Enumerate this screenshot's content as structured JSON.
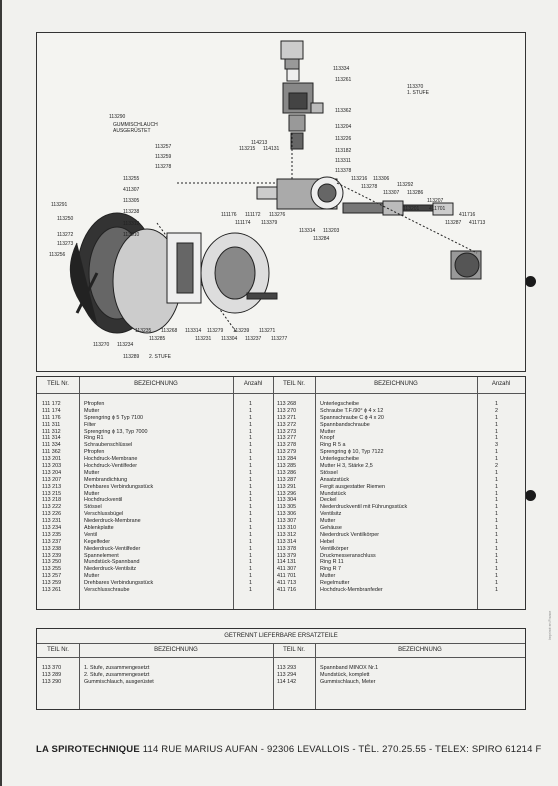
{
  "diagram": {
    "labels": [
      "113334",
      "113261",
      "113370",
      "1. STUFE",
      "113362",
      "113290",
      "GUMMISCHLAUCH",
      "AUSGERÜSTET",
      "113204",
      "113226",
      "113257",
      "113259",
      "113278",
      "114213",
      "113215",
      "114131",
      "113182",
      "113311",
      "113378",
      "113216",
      "113306",
      "113278",
      "113292",
      "113307",
      "113286",
      "113255",
      "411307",
      "113305",
      "113238",
      "113312",
      "113310",
      "113291",
      "113250",
      "113272",
      "113273",
      "113256",
      "111176",
      "111172",
      "113276",
      "111174",
      "113379",
      "113314",
      "113203",
      "113284",
      "113207",
      "113201",
      "411701",
      "411716",
      "113287",
      "411713",
      "113235",
      "113268",
      "113314",
      "113279",
      "113239",
      "113271",
      "113285",
      "113231",
      "113304",
      "113237",
      "113277",
      "113270",
      "113234",
      "113289",
      "2. STUFE"
    ]
  },
  "table": {
    "headers": {
      "teil": "TEIL Nr.",
      "bez": "BEZEICHNUNG",
      "anzahl": "Anzahl"
    },
    "left_nr": [
      "111 172",
      "111 174",
      "111 176",
      "111 311",
      "111 312",
      "111 314",
      "111 334",
      "111 362",
      "113 201",
      "113 203",
      "113 204",
      "113 207",
      "113 213",
      "113 215",
      "113 218",
      "113 222",
      "113 226",
      "113 231",
      "113 234",
      "113 235",
      "113 237",
      "113 238",
      "113 239",
      "113 250",
      "113 255",
      "113 257",
      "113 259",
      "113 261"
    ],
    "left_bez": [
      "Pfropfen",
      "Mutter",
      "Sprengring ϕ 5 Typ 7100",
      "Filter",
      "Sprengring ϕ 13, Typ 7000",
      "Ring R1",
      "Schraubenschlüssel",
      "Pfropfen",
      "Hochdruck-Membrane",
      "Hochdruck-Ventilfeder",
      "Mutter",
      "Membrandichtung",
      "Drehbares Verbindungsstück",
      "Mutter",
      "Hochdruckventil",
      "Stössel",
      "Verschlussbügel",
      "Niederdruck-Membrane",
      "Ablenkplatte",
      "Ventil",
      "Kegelfeder",
      "Niederdruck-Ventilfeder",
      "Spannelement",
      "Mundstück-Spannband",
      "Niederdruck-Ventilsitz",
      "Mutter",
      "Drehbares Verbindungsstück",
      "Verschlusschraube"
    ],
    "left_anz": [
      "1",
      "1",
      "1",
      "1",
      "1",
      "1",
      "1",
      "1",
      "1",
      "1",
      "1",
      "1",
      "1",
      "1",
      "1",
      "1",
      "1",
      "1",
      "1",
      "1",
      "1",
      "1",
      "1",
      "1",
      "1",
      "1",
      "1",
      "1"
    ],
    "right_nr": [
      "113 268",
      "113 270",
      "113 271",
      "113 272",
      "113 273",
      "113 277",
      "113 278",
      "113 279",
      "113 284",
      "113 285",
      "113 286",
      "113 287",
      "113 291",
      "113 296",
      "113 304",
      "113 305",
      "113 306",
      "113 307",
      "113 310",
      "113 312",
      "113 314",
      "113 378",
      "113 379",
      "114 131",
      "411 307",
      "411 701",
      "411 713",
      "411 716"
    ],
    "right_bez": [
      "Unterlegscheibe",
      "Schraube T.F./90° ϕ 4 x 12",
      "Spannschraube C ϕ 4 x 20",
      "Spannbandschraube",
      "Mutter",
      "Knopf",
      "Ring R 5 a",
      "Sprengring ϕ 10, Typ 7122",
      "Unterlegscheibe",
      "Mutter H 3, Stärke 2,5",
      "Stössel",
      "Ansatzstück",
      "Fergit ausgestatter Riemen",
      "Mundstück",
      "Deckel",
      "Niederdruckventil mit Führungsstück",
      "Ventilsitz",
      "Mutter",
      "Gehäuse",
      "Niederdruck Ventilkörper",
      "Hebel",
      "Ventilkörper",
      "Druckmesseranschluss",
      "Ring R 11",
      "Ring R 7",
      "Mutter",
      "Regelmutter",
      "Hochdruck-Membranfeder"
    ],
    "right_anz": [
      "1",
      "2",
      "1",
      "1",
      "1",
      "1",
      "3",
      "1",
      "1",
      "2",
      "1",
      "1",
      "1",
      "1",
      "1",
      "1",
      "1",
      "1",
      "1",
      "1",
      "1",
      "1",
      "1",
      "1",
      "1",
      "1",
      "1",
      "1"
    ]
  },
  "ersatz": {
    "title": "GETRENNT LIEFERBARE ERSATZTEILE",
    "headers": {
      "teil": "TEIL Nr.",
      "bez": "BEZEICHNUNG"
    },
    "left_nr": [
      "113 370",
      "113 289",
      "113 290"
    ],
    "left_bez": [
      "1. Stufe, zusammengesetzt",
      "2. Stufe, zusammengesetzt",
      "Gummischlauch, ausgerüstet"
    ],
    "right_nr": [
      "113 293",
      "113 294",
      "114 142"
    ],
    "right_bez": [
      "Spannband MINOX Nr.1",
      "Mundstück, komplett",
      "Gummischlauch, Meter"
    ]
  },
  "footer": {
    "company": "LA SPIROTECHNIQUE",
    "address": "114 RUE MARIUS AUFAN - 92306 LEVALLOIS - TÉL. 270.25.55 - TELEX: SPIRO 61214 F"
  },
  "side_note": "Imprimé en France"
}
